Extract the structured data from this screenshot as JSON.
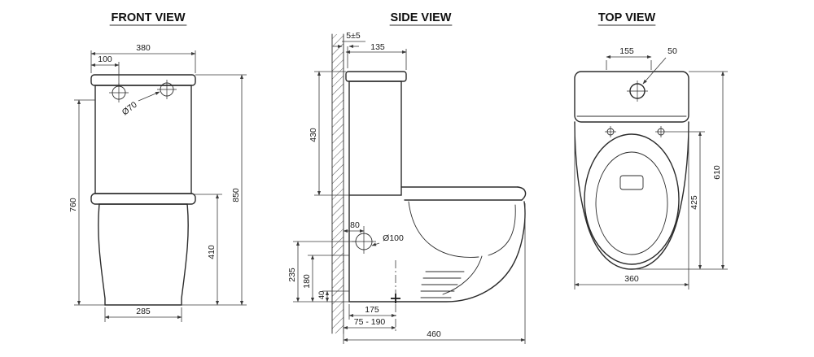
{
  "page": {
    "background": "#ffffff"
  },
  "views": {
    "front": {
      "title": "FRONT VIEW",
      "dims": {
        "tank_width": "380",
        "button_offset": "100",
        "button_diameter": "Ø70",
        "total_height": "850",
        "height_to_buttons": "760",
        "bowl_height": "410",
        "base_width": "285"
      }
    },
    "side": {
      "title": "SIDE VIEW",
      "dims": {
        "wall_gap": "5±5",
        "tank_depth": "135",
        "tank_height": "430",
        "inlet_setout": "80",
        "inlet_diameter": "Ø100",
        "inlet_height": "235",
        "height_180": "180",
        "height_40": "40",
        "outlet_setout": "175",
        "outlet_range": "75 - 190",
        "total_depth": "460"
      }
    },
    "top": {
      "title": "TOP VIEW",
      "dims": {
        "button_offset": "155",
        "button_diameter": "50",
        "total_length": "610",
        "bowl_length": "425",
        "width": "360"
      }
    }
  },
  "colors": {
    "object_line": "#2b2b2b",
    "dimension_line": "#3a3a3a",
    "text": "#1a1a1a",
    "hatch": "#555555"
  }
}
